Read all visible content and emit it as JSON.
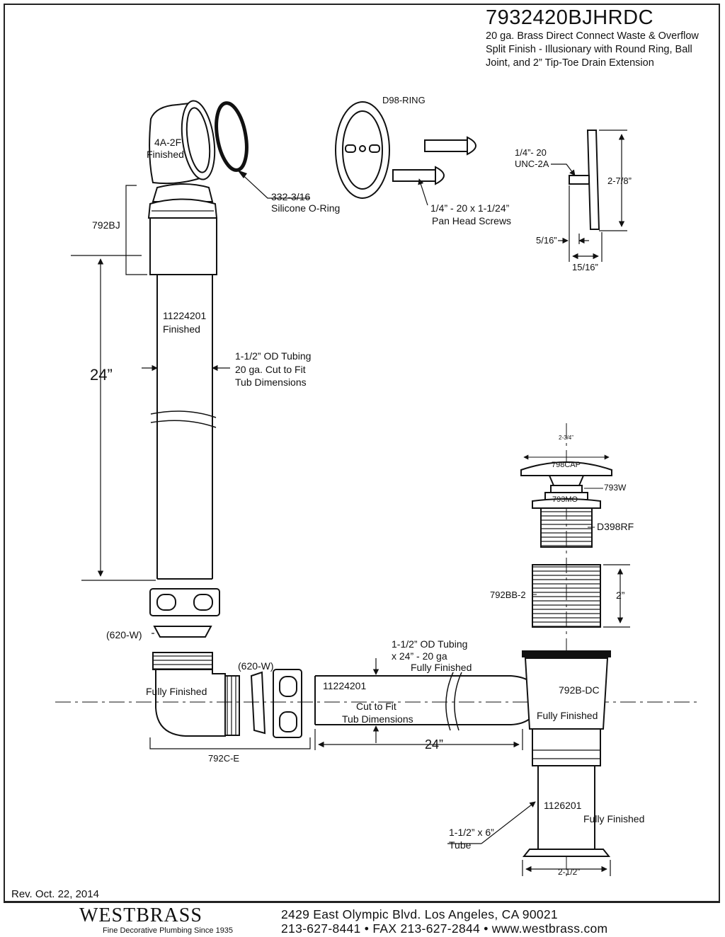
{
  "title": {
    "part_number": "7932420BJHRDC",
    "line1": "20 ga. Brass Direct Connect Waste & Overflow",
    "line2": "Split Finish - Illusionary with Round Ring, Ball",
    "line3": "Joint, and 2” Tip-Toe Drain Extension"
  },
  "labels": {
    "elbow": "4A-2F",
    "elbow_finish": "Finished",
    "oring_part": "332-3/16",
    "oring_name": "Silicone O-Ring",
    "ring": "D98-RING",
    "screw_size": "1/4” - 20 x 1-1/24”",
    "screw_name": "Pan Head Screws",
    "thread": "1/4”- 20",
    "thread_class": "UNC-2A",
    "plate_height": "2-7/8”",
    "plate_offset": "5/16”",
    "plate_depth": "15/16”",
    "ball_joint": "792BJ",
    "tube_part": "11224201",
    "tube_finish": "Finished",
    "tubing_line1": "1-1/2” OD Tubing",
    "tubing_line2": "20 ga. Cut to Fit",
    "tubing_line3": "Tub Dimensions",
    "dim_vertical": "24”",
    "washer_a": "(620-W)",
    "washer_b": "(620-W)",
    "elbow_finish2": "Fully Finished",
    "elbow_part": "792C-E",
    "htube_line1": "1-1/2” OD Tubing",
    "htube_line2": "x 24” - 20 ga",
    "htube_finish": "Fully Finished",
    "htube_part": "11224201",
    "htube_cut1": "Cut to Fit",
    "htube_cut2": "Tub Dimensions",
    "dim_horizontal": "24”",
    "cap_dim": "2-3/4”",
    "cap": "798CAP",
    "washer_w": "793W",
    "mo": "793MO",
    "drain": "D398RF",
    "extension": "792BB-2",
    "extension_dim": "2”",
    "tee": "792B-DC",
    "tee_finish": "Fully Finished",
    "tailpiece": "1126201",
    "tailpiece_finish": "Fully Finished",
    "tailpiece_size": "1-1/2” x 6”",
    "tailpiece_type": "Tube",
    "tailpiece_dim": "2-1/2”"
  },
  "footer": {
    "revision": "Rev. Oct. 22, 2014",
    "brand": "WESTBRASS",
    "tagline": "Fine Decorative Plumbing Since 1935",
    "address": "2429 East Olympic Blvd. Los Angeles, CA  90021",
    "phone": "213-627-8441 • FAX 213-627-2844 • www.westbrass.com"
  }
}
